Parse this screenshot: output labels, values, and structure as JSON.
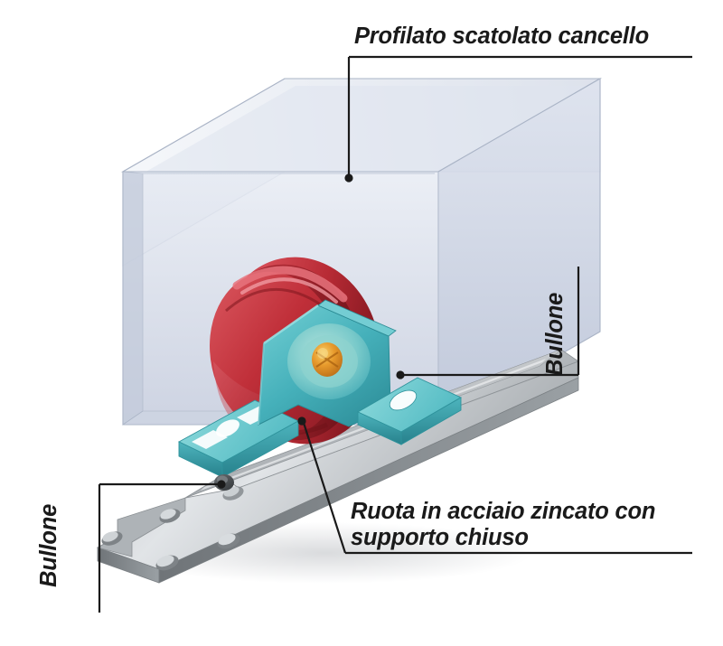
{
  "figure": {
    "kind": "technical-exploded-diagram",
    "subject": "sliding gate wheel assembly on rail",
    "background_color": "#ffffff",
    "leader_color": "#1a1a1a"
  },
  "labels": {
    "profilato": {
      "text": "Profilato scatolato cancello",
      "orientation": "horizontal",
      "underline": true
    },
    "ruota": {
      "line1": "Ruota in acciaio zincato con",
      "line2": "supporto chiuso",
      "orientation": "horizontal",
      "underline": true
    },
    "bullone_right": {
      "text": "Bullone",
      "orientation": "rotated-90-ccw",
      "rule": "vertical-right"
    },
    "bullone_left": {
      "text": "Bullone",
      "orientation": "rotated-90-ccw",
      "rule": "vertical-right"
    }
  },
  "parts": {
    "box_profile": {
      "name": "Profilato scatolato cancello",
      "color": "#cfd6e4",
      "edge_color": "#aab4c6",
      "translucent": true
    },
    "wheel": {
      "name": "Ruota in acciaio zincato",
      "color": "#c8303a",
      "shadow_color": "#8e1c24",
      "highlight_color": "#e05862",
      "groove": "V-groove"
    },
    "bracket": {
      "name": "supporto chiuso",
      "color": "#4fb8c0",
      "shadow_color": "#2e8f98",
      "highlight_color": "#8fd8d8"
    },
    "center_bolt": {
      "name": "Bullone centrale",
      "color": "#e08a20",
      "highlight_color": "#f2c050"
    },
    "rail": {
      "name": "Rotaia",
      "color": "#b8bcc0",
      "shadow_color": "#84888c",
      "highlight_color": "#e2e5e8",
      "hole_count": 5
    },
    "foot_bolt": {
      "name": "Bullone di fissaggio",
      "color": "#4a4e52"
    }
  }
}
